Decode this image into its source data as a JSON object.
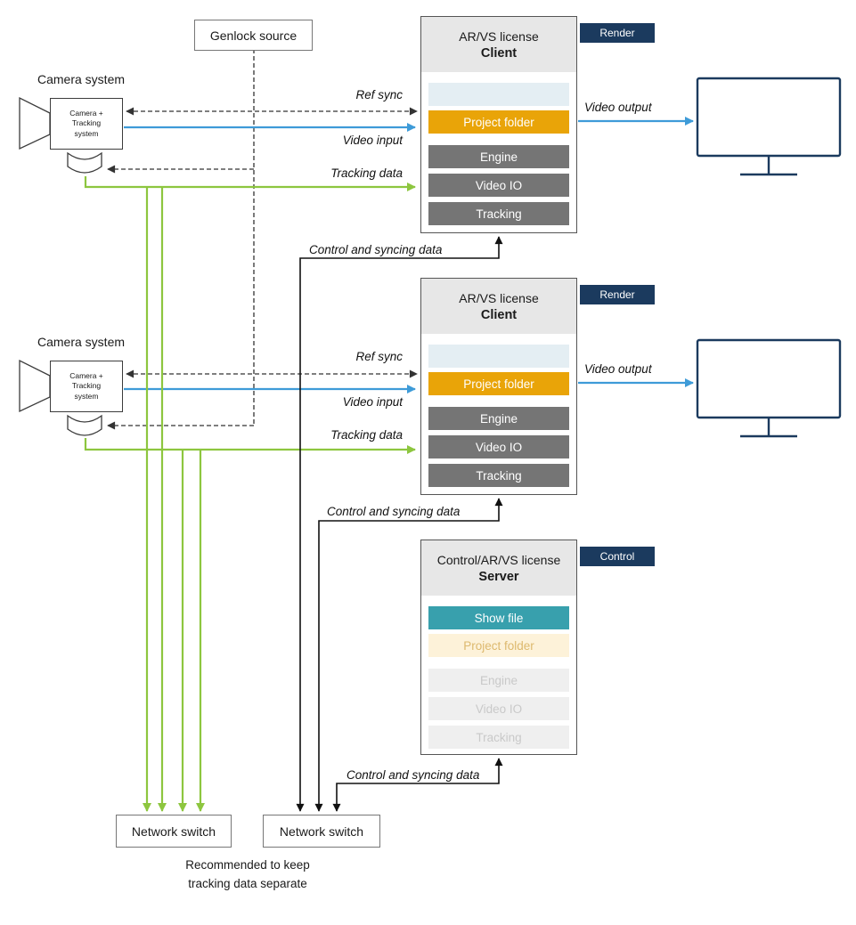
{
  "diagram": {
    "genlock": {
      "label": "Genlock source"
    },
    "camera_systems": [
      {
        "title": "Camera system",
        "device_label": "Camera + Tracking system"
      },
      {
        "title": "Camera system",
        "device_label": "Camera + Tracking system"
      }
    ],
    "clients": [
      {
        "license": "AR/VS license",
        "role": "Client",
        "tag": "Render",
        "modules": {
          "project_folder": "Project folder",
          "engine": "Engine",
          "video_io": "Video IO",
          "tracking": "Tracking"
        }
      },
      {
        "license": "AR/VS license",
        "role": "Client",
        "tag": "Render",
        "modules": {
          "project_folder": "Project folder",
          "engine": "Engine",
          "video_io": "Video IO",
          "tracking": "Tracking"
        }
      }
    ],
    "server": {
      "license": "Control/AR/VS license",
      "role": "Server",
      "tag": "Control",
      "modules": {
        "show_file": "Show file",
        "project_folder": "Project folder",
        "engine": "Engine",
        "video_io": "Video IO",
        "tracking": "Tracking"
      }
    },
    "switches": [
      {
        "label": "Network switch"
      },
      {
        "label": "Network switch"
      }
    ],
    "note": "Recommended to keep tracking data separate",
    "edge_labels": {
      "ref_sync": "Ref sync",
      "video_input": "Video input",
      "tracking_data": "Tracking data",
      "video_output": "Video output",
      "control_sync": "Control and syncing data"
    },
    "colors": {
      "accent_navy": "#1b3a5e",
      "amber": "#e9a408",
      "teal": "#38a0ad",
      "module_gray": "#757575",
      "video_blue": "#3e9bd8",
      "tracking_green": "#8dc63f"
    }
  }
}
